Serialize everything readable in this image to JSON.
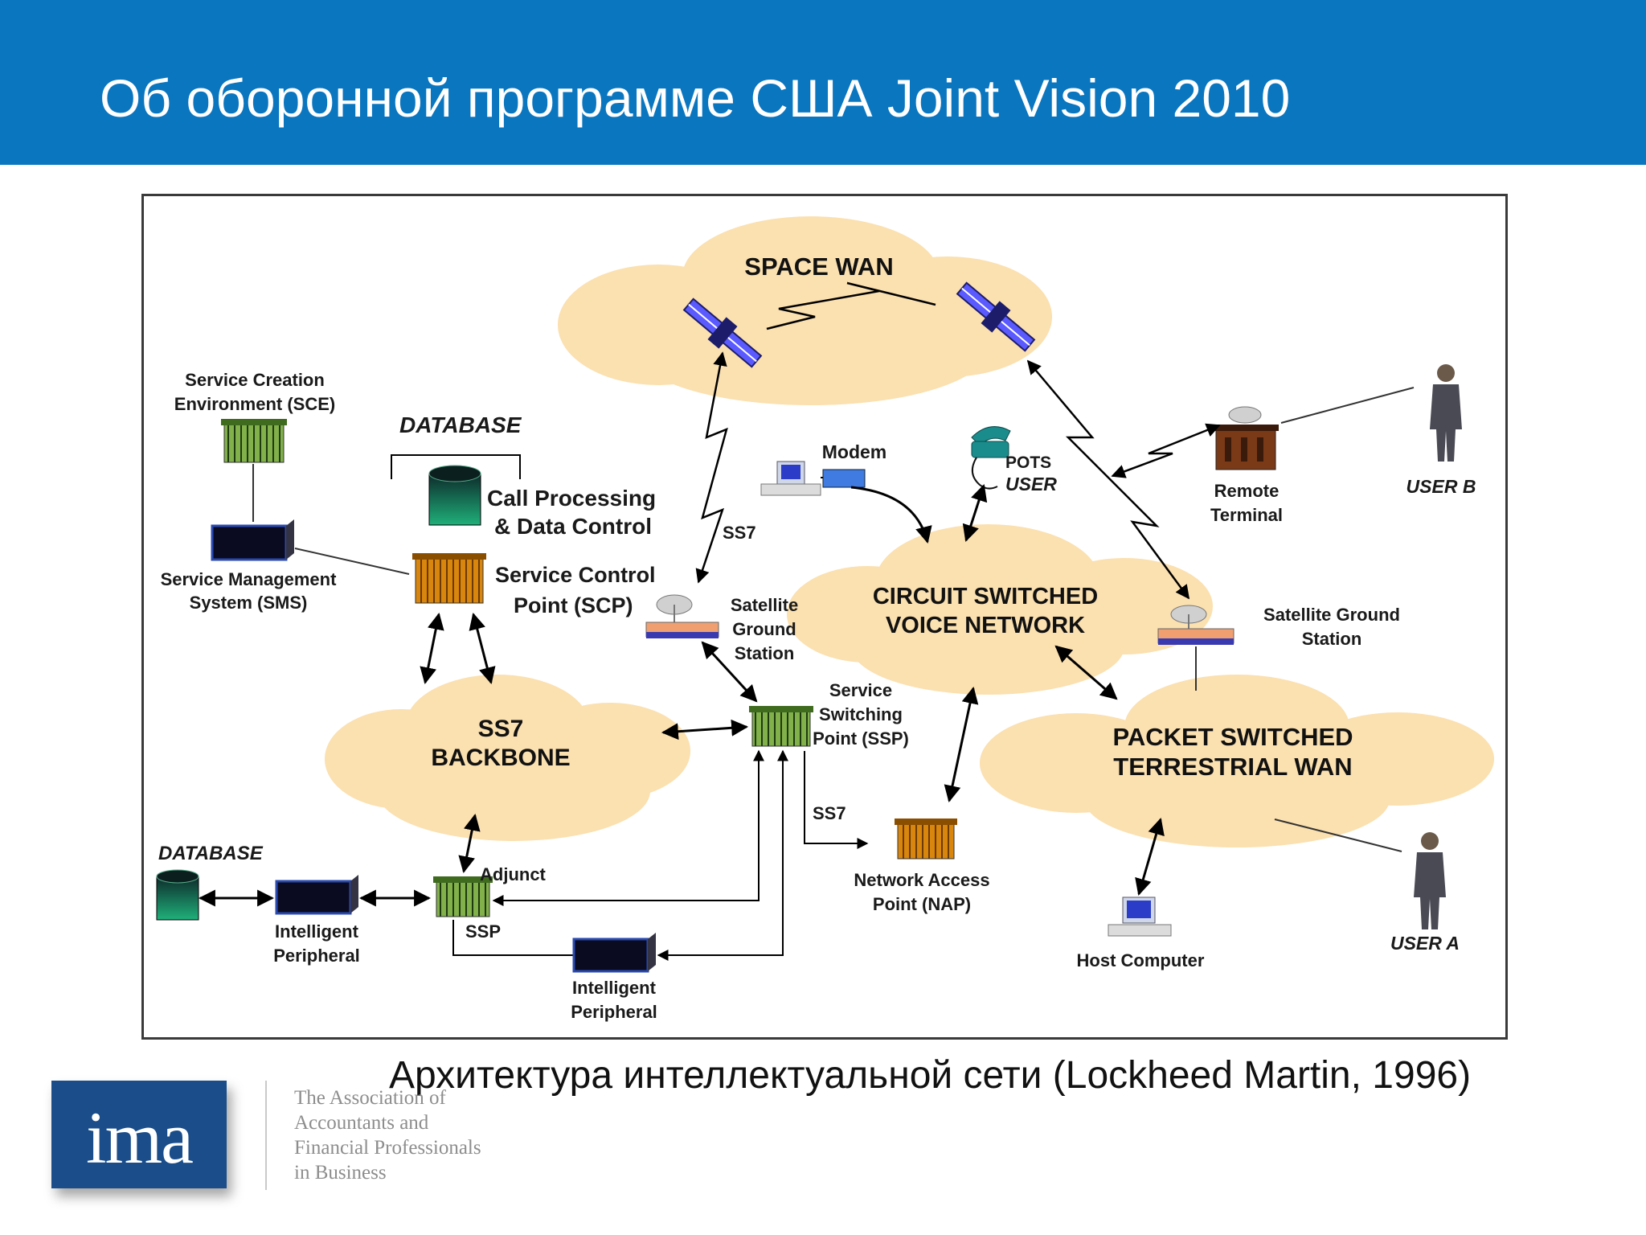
{
  "header": {
    "title": "Об оборонной программе США Joint Vision 2010",
    "background": "#0a76bf"
  },
  "diagram": {
    "clouds": {
      "space_wan": "SPACE WAN",
      "circuit_1": "CIRCUIT SWITCHED",
      "circuit_2": "VOICE NETWORK",
      "ss7_1": "SS7",
      "ss7_2": "BACKBONE",
      "packet_1": "PACKET SWITCHED",
      "packet_2": "TERRESTRIAL WAN"
    },
    "labels": {
      "sce_1": "Service Creation",
      "sce_2": "Environment (SCE)",
      "database_top": "DATABASE",
      "cpdc_1": "Call Processing",
      "cpdc_2": "& Data Control",
      "sms_1": "Service Management",
      "sms_2": "System (SMS)",
      "scp_1": "Service Control",
      "scp_2": "Point (SCP)",
      "ss7_upper": "SS7",
      "modem": "Modem",
      "pots_1": "POTS",
      "pots_2": "USER",
      "remote_1": "Remote",
      "remote_2": "Terminal",
      "user_b": "USER B",
      "sgs_left_1": "Satellite",
      "sgs_left_2": "Ground",
      "sgs_left_3": "Station",
      "sgs_right_1": "Satellite Ground",
      "sgs_right_2": "Station",
      "ssp_1": "Service",
      "ssp_2": "Switching",
      "ssp_3": "Point (SSP)",
      "ss7_lower": "SS7",
      "database_bottom": "DATABASE",
      "adjunct": "Adjunct",
      "ssp_small": "SSP",
      "ip_left_1": "Intelligent",
      "ip_left_2": "Peripheral",
      "ip_bottom_1": "Intelligent",
      "ip_bottom_2": "Peripheral",
      "nap_1": "Network Access",
      "nap_2": "Point (NAP)",
      "host": "Host Computer",
      "user_a": "USER A"
    },
    "colors": {
      "cloud": "#fbe0b0",
      "building_orange": "#d9860f",
      "building_green": "#6f9d3c"
    }
  },
  "caption": "Архитектура интеллектуальной сети (Lockheed Martin, 1996)",
  "logo": {
    "mark": "ima",
    "org_lines": [
      "The Association of",
      "Accountants and",
      "Financial Professionals",
      "in Business"
    ]
  }
}
